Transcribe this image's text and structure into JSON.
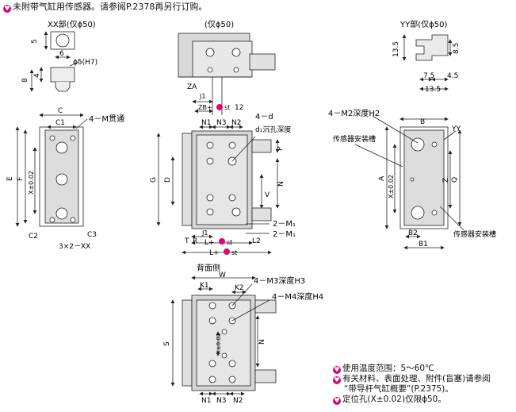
{
  "note_top": {
    "text": "未附带气缸用传感器。请参阅P.2378再另行订购。"
  },
  "xx": {
    "title": "XX部(仅ϕ50)",
    "d5": "5",
    "d6": "6",
    "d8": "8",
    "d4": "4",
    "phi": "ϕ5(H7)"
  },
  "top": {
    "title": "(仅ϕ50)",
    "ZA": "ZA",
    "J1": "J1",
    "ZB": "ZB+",
    "st": "st",
    "d12": "12"
  },
  "yy": {
    "title": "YY部(仅ϕ50)",
    "d135": "13.5",
    "d85": "8.5",
    "d75": "7.5",
    "d45": "4.5",
    "d135b": "13.5"
  },
  "left": {
    "C": "C",
    "C1": "C1",
    "m4": "4－M贯通",
    "E": "E",
    "F": "F",
    "X": "X±0.02",
    "C2": "C2",
    "C3": "C3",
    "xx": "3×2－XX"
  },
  "center": {
    "N1": "N1",
    "N3": "N3",
    "N2": "N2",
    "d4": "4－d",
    "dsub": "d₁沉孔深度",
    "P": "P",
    "G": "G",
    "D": "D",
    "N": "N",
    "V": "V",
    "M1a": "2－M₁",
    "M1b": "2－M₁",
    "J1": "J1",
    "T": "T",
    "R": "R",
    "L1": "L+",
    "st1": "st",
    "L2": "L2",
    "L": "L+",
    "st2": "st"
  },
  "right": {
    "m2": "4－M2深度H2",
    "B": "B",
    "YY": "YY",
    "sensor1": "传感器安装槽",
    "A": "A",
    "X": "X±0.02",
    "Z": "Z",
    "Q": "Q",
    "B2": "B2",
    "B1": "B1",
    "sensor2": "传感器安装槽"
  },
  "back": {
    "title": "背面侧",
    "W": "W",
    "K1": "K1",
    "K2": "K2",
    "m3": "4－M3深度H3",
    "m4": "4－M4深度H4",
    "S": "S",
    "X": "X±0.02",
    "N": "N",
    "N1": "N1",
    "N3": "N3",
    "N2": "N2"
  },
  "notes": {
    "n1": "使用温度范围：5～60℃",
    "n2": "有关材料、表面处理、附件(盲塞)请参阅",
    "n3": "“带导杆气缸概要”(P.2375)。",
    "n4": "定位孔(X±0.02)仅限ϕ50。"
  },
  "colors": {
    "accent": "#e0007a",
    "line": "#222222",
    "body": "#d8d8d8"
  }
}
